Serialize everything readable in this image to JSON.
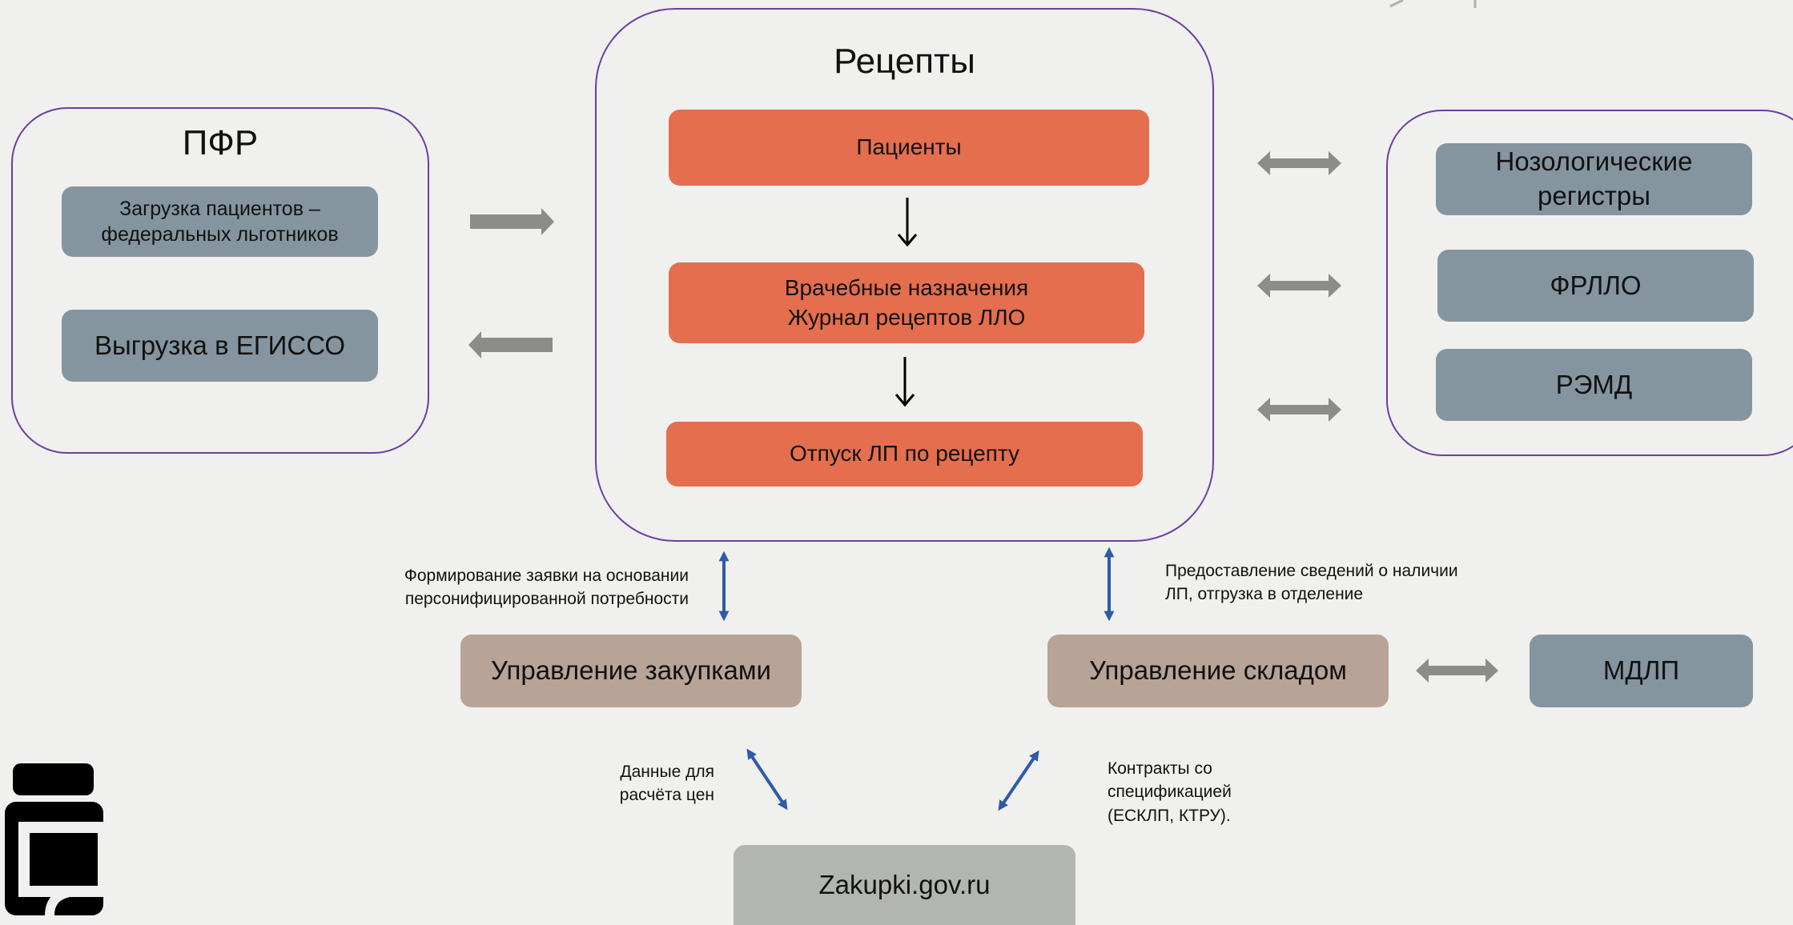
{
  "groups": {
    "pfr": {
      "title": "ПФР",
      "items": [
        {
          "label": "Загрузка пациентов –\nфедеральных льготников"
        },
        {
          "label": "Выгрузка в ЕГИССО"
        }
      ]
    },
    "recipes": {
      "title": "Рецепты",
      "items": [
        {
          "label": "Пациенты"
        },
        {
          "label": "Врачебные назначения\nЖурнал рецептов ЛЛО"
        },
        {
          "label": "Отпуск ЛП по рецепту"
        }
      ]
    },
    "registries": {
      "items": [
        {
          "label": "Нозологические\nрегистры"
        },
        {
          "label": "ФРЛЛО"
        },
        {
          "label": "РЭМД"
        }
      ]
    }
  },
  "modules": {
    "procurement": "Управление закупками",
    "warehouse": "Управление складом",
    "mdlp": "МДЛП",
    "zakupki": "Zakupki.gov.ru"
  },
  "notes": {
    "procurement_request": "Формирование заявки на основании\nперсонифицированной потребности",
    "stock_info": "Предоставление сведений о наличии\nЛП, отгрузка в отделение",
    "price_data": "Данные для\nрасчёта цен",
    "contracts": "Контракты со\nспецификацией\n(ЕСКЛП,  КТРУ)."
  },
  "colors": {
    "group_border": "#6b3fa0",
    "gray_box": "#85959f",
    "orange_box": "#e46e4e",
    "tan_box": "#b8a397",
    "light_box": "#b3b5b1",
    "gray_arrow": "#8c8c8a",
    "blue_arrow": "#2e5aa8"
  },
  "icons": [
    "bottle-icon"
  ]
}
